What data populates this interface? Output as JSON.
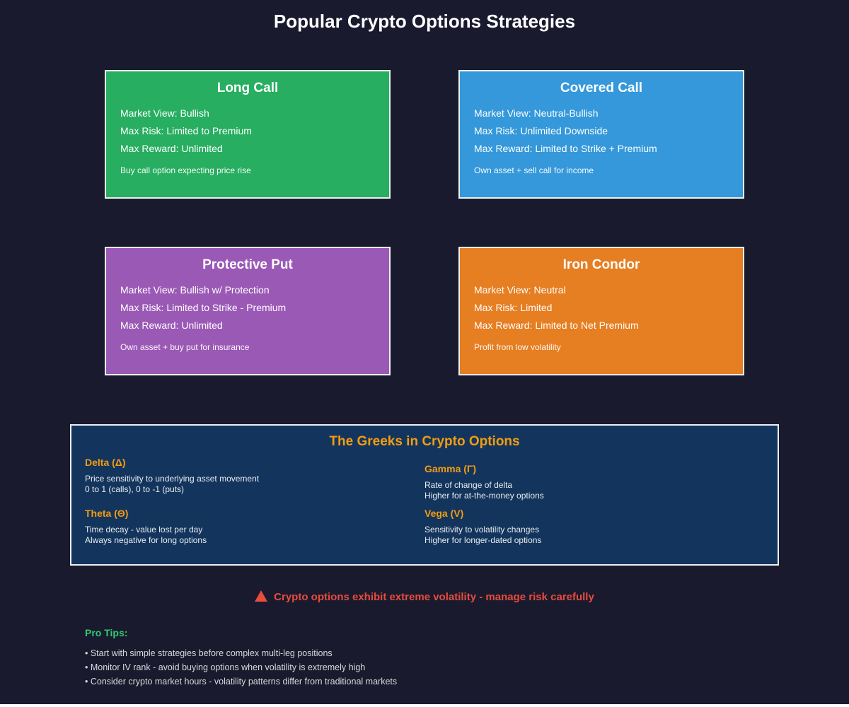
{
  "page": {
    "title": "Popular Crypto Options Strategies"
  },
  "colors": {
    "page_background": "#1a1a2e",
    "card_border": "#ecf0f1",
    "greeks_background": "#13355d",
    "accent_orange": "#f39c12",
    "warning_red": "#e74c3c",
    "tips_green": "#2ecc71"
  },
  "strategies": [
    {
      "name": "Long Call",
      "color": "#27ae60",
      "market_view": "Market View: Bullish",
      "max_risk": "Max Risk: Limited to Premium",
      "max_reward": "Max Reward: Unlimited",
      "description": "Buy call option expecting price rise"
    },
    {
      "name": "Covered Call",
      "color": "#3498db",
      "market_view": "Market View: Neutral-Bullish",
      "max_risk": "Max Risk: Unlimited Downside",
      "max_reward": "Max Reward: Limited to Strike + Premium",
      "description": "Own asset + sell call for income"
    },
    {
      "name": "Protective Put",
      "color": "#9b59b6",
      "market_view": "Market View: Bullish w/ Protection",
      "max_risk": "Max Risk: Limited to Strike - Premium",
      "max_reward": "Max Reward: Unlimited",
      "description": "Own asset + buy put for insurance"
    },
    {
      "name": "Iron Condor",
      "color": "#e67e22",
      "market_view": "Market View: Neutral",
      "max_risk": "Max Risk: Limited",
      "max_reward": "Max Reward: Limited to Net Premium",
      "description": "Profit from low volatility"
    }
  ],
  "greeks": {
    "title": "The Greeks in Crypto Options",
    "items": [
      {
        "name": "Delta (Δ)",
        "line1": "Price sensitivity to underlying asset movement",
        "line2": "0 to 1 (calls), 0 to -1 (puts)"
      },
      {
        "name": "Gamma (Γ)",
        "line1": "Rate of change of delta",
        "line2": "Higher for at-the-money options"
      },
      {
        "name": "Theta (Θ)",
        "line1": "Time decay - value lost per day",
        "line2": "Always negative for long options"
      },
      {
        "name": "Vega (V)",
        "line1": "Sensitivity to volatility changes",
        "line2": "Higher for longer-dated options"
      }
    ]
  },
  "warning": {
    "icon": "warning-triangle-icon",
    "text": "Crypto options exhibit extreme volatility - manage risk carefully"
  },
  "pro_tips": {
    "heading": "Pro Tips:",
    "tips": [
      "• Start with simple strategies before complex multi-leg positions",
      "• Monitor IV rank - avoid buying options when volatility is extremely high",
      "• Consider crypto market hours - volatility patterns differ from traditional markets"
    ]
  }
}
